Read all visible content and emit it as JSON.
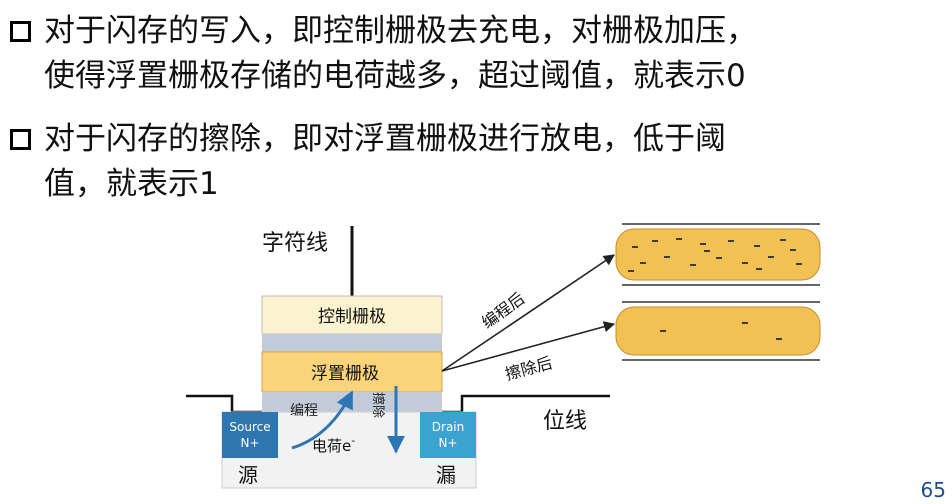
{
  "bullets": [
    {
      "lines": [
        "对于闪存的写入，即控制栅极去充电，对栅极加压，",
        "使得浮置栅极存储的电荷越多，超过阈值，就表示0"
      ]
    },
    {
      "lines": [
        "对于闪存的擦除，即对浮置栅极进行放电，低于阈",
        "值，就表示1"
      ]
    }
  ],
  "diagram": {
    "word_line": "字符线",
    "control_gate": "控制栅极",
    "floating_gate": "浮置栅极",
    "program_arrow": "编程",
    "erase_arrow": "擦除",
    "electrons": "电荷e",
    "electron_sup": "-",
    "source_en": "Source",
    "source_type": "N+",
    "drain_en": "Drain",
    "drain_type": "N+",
    "source_cn": "源",
    "drain_cn": "漏",
    "bit_line": "位线",
    "after_program": "编程后",
    "after_erase": "擦除后"
  },
  "colors": {
    "control_gate": "#fbf3cf",
    "floating_gate": "#f9d47a",
    "oxide": "#c3cbd8",
    "substrate": "#f2f2f2",
    "source_drain": "#2e76b0",
    "drain": "#3aa3cf",
    "arrow_blue": "#2e75b6",
    "charged_fill": "#f2c154"
  },
  "page_number": "65"
}
